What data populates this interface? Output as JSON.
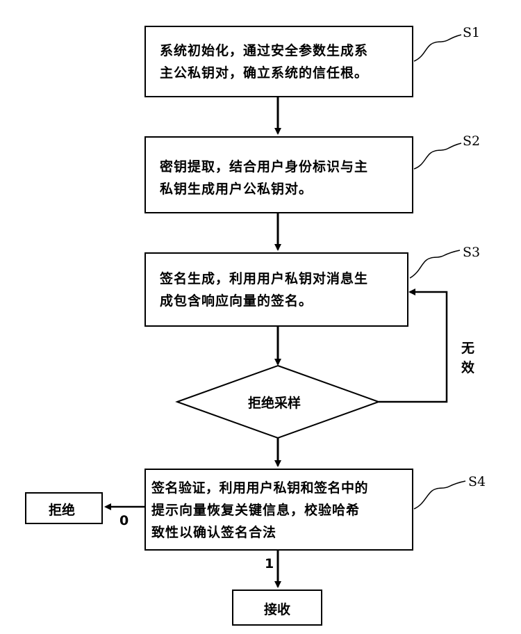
{
  "steps": {
    "s1": {
      "tag": "S1",
      "line1": "系统初始化，通过安全参数生成系",
      "line2": "主公私钥对，确立系统的信任根。"
    },
    "s2": {
      "tag": "S2",
      "line1": "密钥提取，结合用户身份标识与主",
      "line2": "私钥生成用户公私钥对。"
    },
    "s3": {
      "tag": "S3",
      "line1": "签名生成，利用用户私钥对消息生",
      "line2": "成包含响应向量的签名。"
    },
    "s4": {
      "tag": "S4",
      "line1": "签名验证，利用用户私钥和签名中的",
      "line2": "提示向量恢复关键信息，校验哈希",
      "line3": "致性以确认签名合法"
    }
  },
  "decision": {
    "label": "拒绝采样",
    "loop_label_1": "无",
    "loop_label_2": "效"
  },
  "outcomes": {
    "reject": {
      "label": "拒绝",
      "edge": "0"
    },
    "accept": {
      "label": "接收",
      "edge": "1"
    }
  }
}
